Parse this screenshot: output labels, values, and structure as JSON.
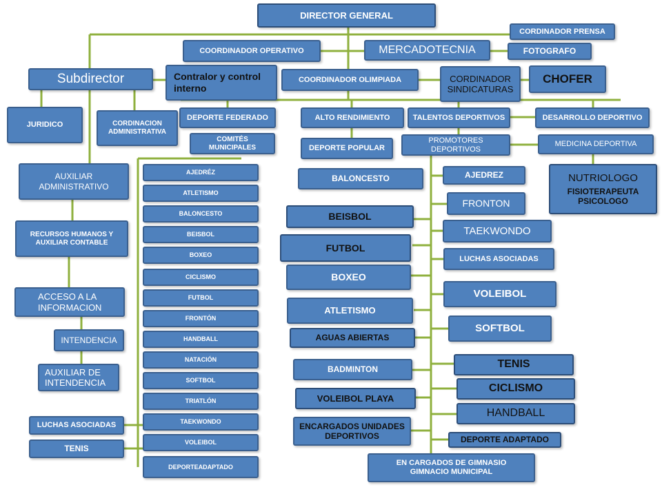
{
  "nodes": {
    "director": "DIRECTOR GENERAL",
    "prensa": "CORDINADOR PRENSA",
    "operativo": "COORDINADOR OPERATIVO",
    "mercadotecnia": "MERCADOTECNIA",
    "fotografo": "FOTOGRAFO",
    "subdirector": "Subdirector",
    "contralor": "Contralor y control interno",
    "olimpiada": "COORDINADOR OLIMPIADA",
    "sindicaturas": "CORDINADOR SINDICATURAS",
    "chofer": "CHOFER",
    "juridico": "JURIDICO",
    "cord_admin": "CORDINACION ADMINISTRATIVA",
    "deporte_federado": "DEPORTE FEDERADO",
    "alto_rendimiento": "ALTO RENDIMIENTO",
    "talentos": "TALENTOS DEPORTIVOS",
    "desarrollo": "DESARROLLO DEPORTIVO",
    "comites": "COMITÉS MUNICIPALES",
    "deporte_popular": "DEPORTE POPULAR",
    "promotores": "PROMOTORES DEPORTIVOS",
    "medicina": "MEDICINA DEPORTIVA",
    "aux_admin": "AUXILIAR ADMINISTRATIVO",
    "rh": "RECURSOS HUMANOS Y AUXILIAR CONTABLE",
    "acceso": "ACCESO A LA INFORMACION",
    "intendencia": "INTENDENCIA",
    "aux_intendencia": "AUXILIAR DE INTENDENCIA",
    "luchas_left": "LUCHAS ASOCIADAS",
    "tenis_left": "TENIS",
    "nutriologo": "NUTRIOLOGO",
    "fisioterapeuta": "FISIOTERAPEUTA",
    "psicologo": "PSICOLOGO",
    "gimnasio_1": "EN CARGADOS DE GIMNASIO",
    "gimnasio_2": "GIMNACIO MUNICIPAL"
  },
  "comites_list": [
    "AJEDRÉZ",
    "ATLETISMO",
    "BALONCESTO",
    "BEISBOL",
    "BOXEO",
    "CICLISMO",
    "FUTBOL",
    "FRONTÓN",
    "HANDBALL",
    "NATACIÓN",
    "SOFTBOL",
    "TRIATLÓN",
    "TAEKWONDO",
    "VOLEIBOL",
    "DEPORTEADAPTADO"
  ],
  "popular_left": [
    "BALONCESTO",
    "BEISBOL",
    "FUTBOL",
    "BOXEO",
    "ATLETISMO",
    "AGUAS ABIERTAS",
    "BADMINTON",
    "VOLEIBOL PLAYA",
    "ENCARGADOS UNIDADES DEPORTIVOS"
  ],
  "popular_right": [
    "AJEDREZ",
    "FRONTON",
    "TAEKWONDO",
    "LUCHAS ASOCIADAS",
    "VOLEIBOL",
    "SOFTBOL",
    "TENIS",
    "CICLISMO",
    "HANDBALL",
    "DEPORTE ADAPTADO"
  ],
  "colors": {
    "box": "#4f81bd",
    "border": "#3a5f8e",
    "connector": "#8fb03e"
  }
}
